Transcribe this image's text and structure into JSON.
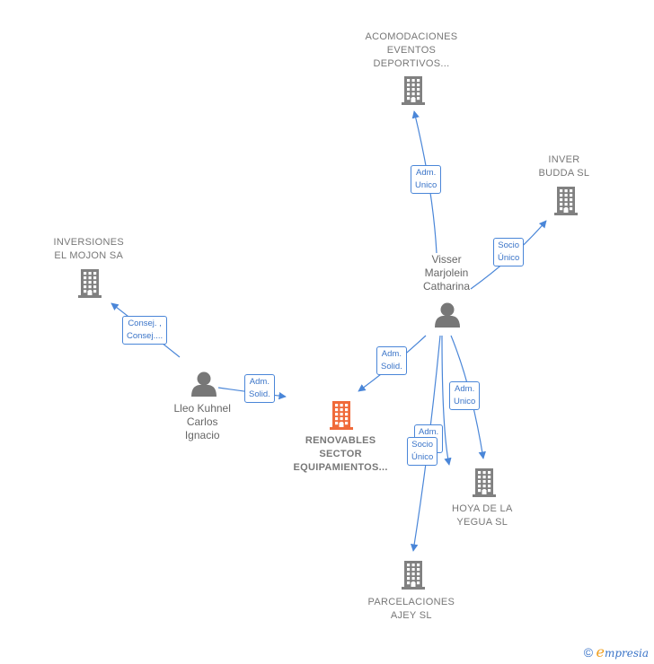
{
  "nodes": [
    {
      "id": "acomodaciones",
      "kind": "company",
      "label_lines": [
        "ACOMODACIONES",
        "EVENTOS",
        "DEPORTIVOS..."
      ]
    },
    {
      "id": "inver-budda",
      "kind": "company",
      "label_lines": [
        "INVER",
        "BUDDA SL"
      ]
    },
    {
      "id": "inversiones-mojon",
      "kind": "company",
      "label_lines": [
        "INVERSIONES",
        "EL MOJON SA"
      ]
    },
    {
      "id": "visser",
      "kind": "person",
      "label_lines": [
        "Visser",
        "Marjolein",
        "Catharina"
      ]
    },
    {
      "id": "lleo",
      "kind": "person",
      "label_lines": [
        "Lleo Kuhnel",
        "Carlos",
        "Ignacio"
      ]
    },
    {
      "id": "renovables",
      "kind": "focus",
      "label_lines": [
        "RENOVABLES",
        "SECTOR",
        "EQUIPAMIENTOS..."
      ]
    },
    {
      "id": "hoya",
      "kind": "company",
      "label_lines": [
        "HOYA DE LA",
        "YEGUA SL"
      ]
    },
    {
      "id": "parcelaciones",
      "kind": "company",
      "label_lines": [
        "PARCELACIONES",
        "AJEY SL"
      ]
    }
  ],
  "edges": [
    {
      "id": "visser-acomodaciones",
      "label_lines": [
        "Adm.",
        "Unico"
      ]
    },
    {
      "id": "visser-inver",
      "label_lines": [
        "Socio",
        "Único"
      ]
    },
    {
      "id": "lleo-mojon",
      "label_lines": [
        "Consej. ,",
        "Consej...."
      ]
    },
    {
      "id": "lleo-renovables",
      "label_lines": [
        "Adm.",
        "Solid."
      ]
    },
    {
      "id": "visser-renovables",
      "label_lines": [
        "Adm.",
        "Solid."
      ]
    },
    {
      "id": "visser-hoya",
      "label_lines": [
        "Adm.",
        "Unico"
      ]
    },
    {
      "id": "visser-parcelaciones-adm",
      "label_lines": [
        "Adm.",
        ""
      ]
    },
    {
      "id": "visser-parcelaciones-socio",
      "label_lines": [
        "Socio",
        "Único"
      ]
    }
  ],
  "colors": {
    "edge": "#4a86d8",
    "company": "#808080",
    "focus": "#f06a3a",
    "person": "#777777"
  },
  "footer": {
    "copyright": "©",
    "brand_initial": "e",
    "brand_rest": "mpresia"
  }
}
